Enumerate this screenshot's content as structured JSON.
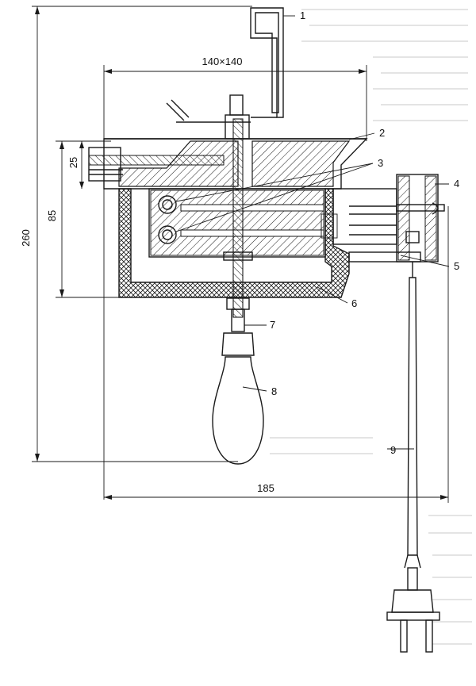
{
  "dimensions": {
    "top_size": "140×140",
    "height_total": "260",
    "height_body": "85",
    "height_rim": "25",
    "width_total": "185"
  },
  "callouts": [
    "1",
    "2",
    "3",
    "4",
    "5",
    "6",
    "7",
    "8",
    "9"
  ]
}
